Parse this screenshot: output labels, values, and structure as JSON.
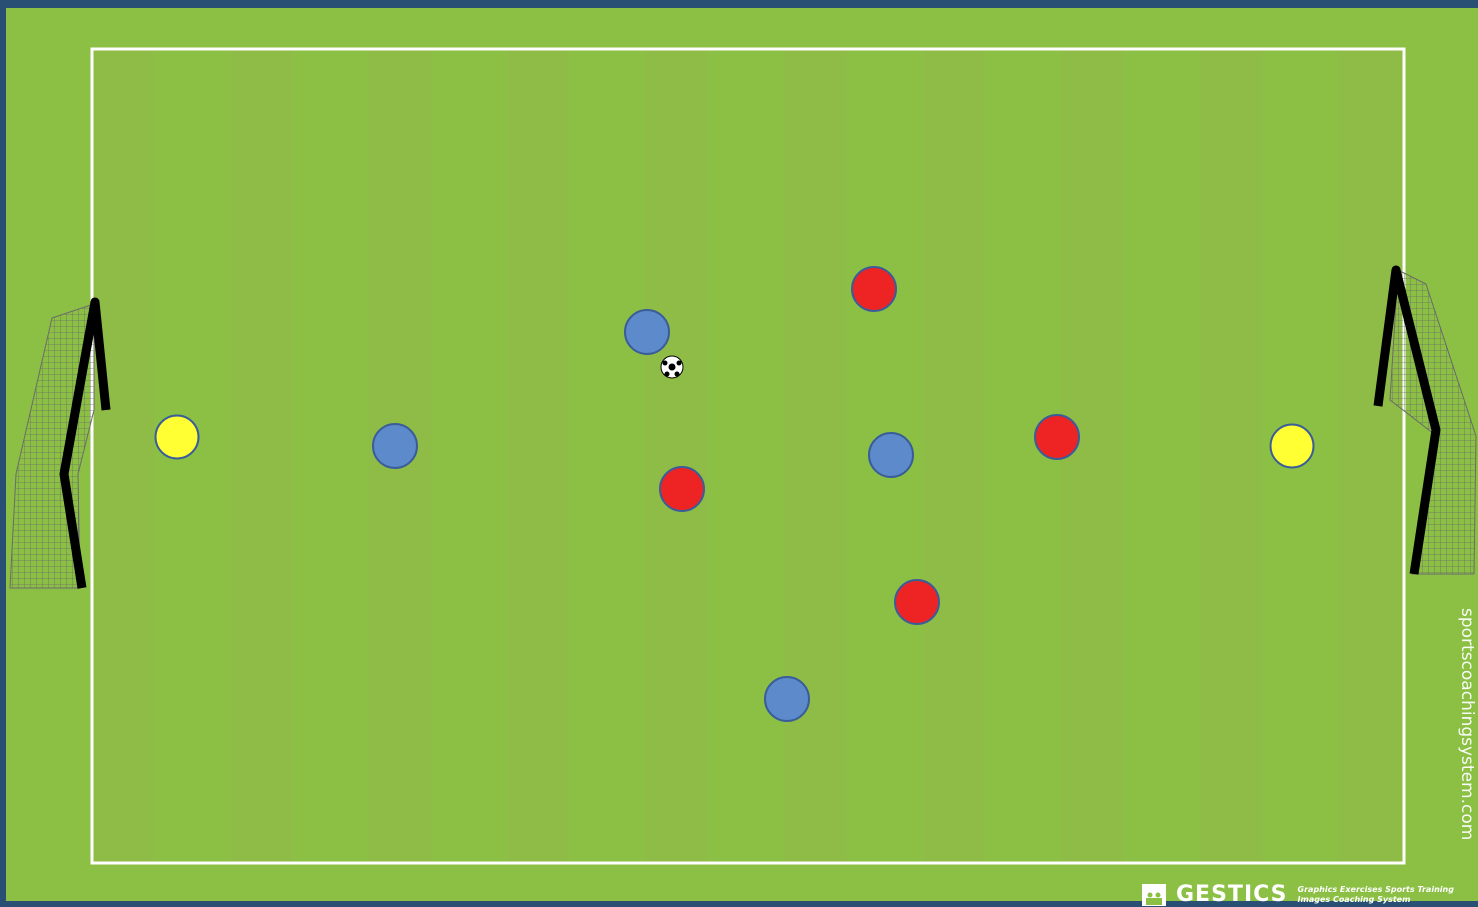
{
  "diagram": {
    "colors": {
      "field": "#8bc044",
      "stripe_dark": "#8fbb47",
      "line": "#ffffff",
      "blue_team": "#5d8acb",
      "red_team": "#ee2424",
      "goalkeeper": "#ffff33",
      "outline": "#3a5d9a"
    },
    "players": [
      {
        "team": "goalkeeper",
        "icon": "goalkeeper-player-icon"
      },
      {
        "team": "goalkeeper",
        "icon": "goalkeeper-player-icon"
      },
      {
        "team": "blue",
        "icon": "blue-player-icon"
      },
      {
        "team": "blue",
        "icon": "blue-player-icon"
      },
      {
        "team": "blue",
        "icon": "blue-player-icon"
      },
      {
        "team": "blue",
        "icon": "blue-player-icon"
      },
      {
        "team": "red",
        "icon": "red-player-icon"
      },
      {
        "team": "red",
        "icon": "red-player-icon"
      },
      {
        "team": "red",
        "icon": "red-player-icon"
      },
      {
        "team": "red",
        "icon": "red-player-icon"
      }
    ],
    "ball_icon": "soccer-ball-icon",
    "goal_icons": [
      "left-goal-icon",
      "right-goal-icon"
    ]
  },
  "watermark": "sportscoachingsystem.com",
  "brand": {
    "name": "GESTICS",
    "tagline_1": "Graphics Exercises Sports Training",
    "tagline_2": "Images Coaching System"
  }
}
